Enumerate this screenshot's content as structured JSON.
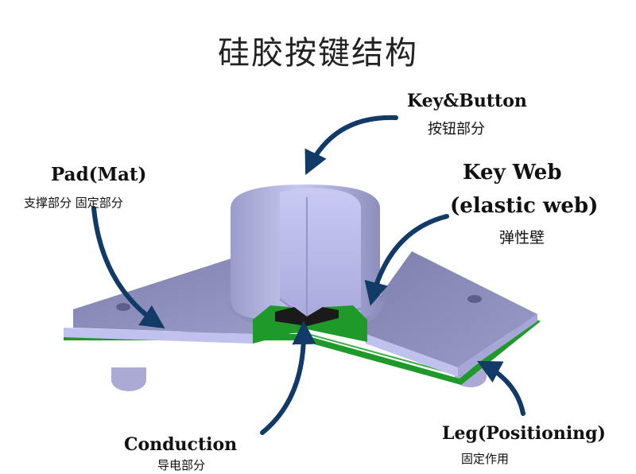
{
  "title": "硅胶按键结构",
  "labels": {
    "key_button": {
      "en": "Key&Button",
      "zh": "按钮部分"
    },
    "pad": {
      "en": "Pad(Mat)",
      "zh": "支撑部分 固定部分"
    },
    "key_web": {
      "en1": "Key Web",
      "en2": "(elastic web)",
      "zh": "弹性壁"
    },
    "conduction": {
      "en": "Conduction",
      "zh": "导电部分"
    },
    "leg": {
      "en": "Leg(Positioning)",
      "zh": "固定作用"
    }
  },
  "colors": {
    "arrow": "#123a66",
    "silicone_top": "#8a8ab8",
    "silicone_side": "#b9b9e6",
    "pcb_green": "#1f9a2a",
    "contact_black": "#1a1a1a"
  }
}
